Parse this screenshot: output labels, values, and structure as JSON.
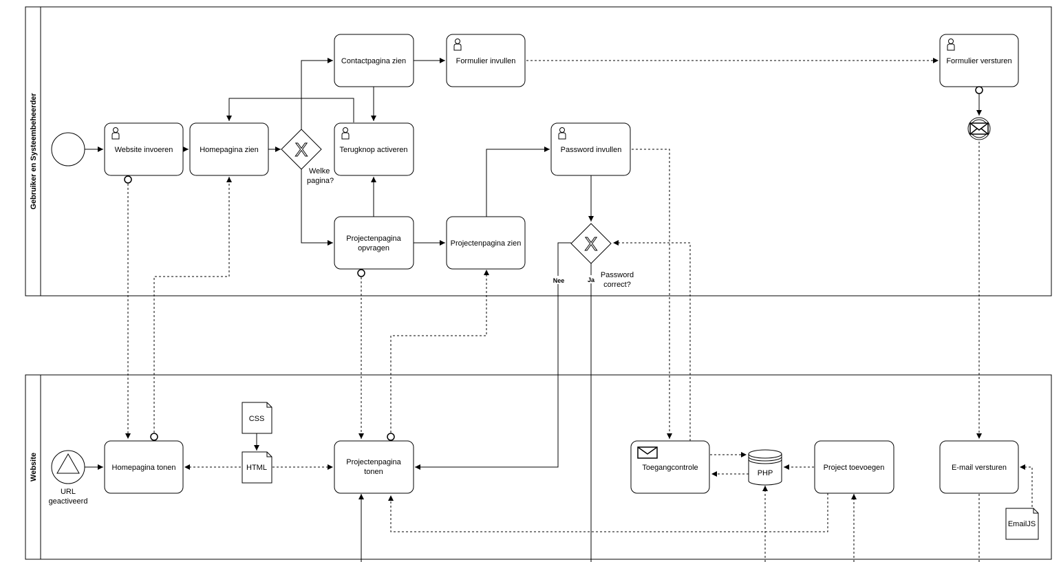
{
  "pools": {
    "user": "Gebruiker en Systeembeheerder",
    "website": "Website"
  },
  "tasks": {
    "website_invoeren": "Website invoeren",
    "homepagina_zien": "Homepagina zien",
    "contactpagina_zien": "Contactpagina zien",
    "formulier_invullen": "Formulier invullen",
    "formulier_versturen": "Formulier versturen",
    "terugknop_activeren": "Terugknop activeren",
    "password_invullen": "Password invullen",
    "projectenpagina_opvragen": [
      "Projectenpagina",
      "opvragen"
    ],
    "projectenpagina_zien": "Projectenpagina zien",
    "homepagina_tonen": "Homepagina tonen",
    "projectenpagina_tonen": [
      "Projectenpagina",
      "tonen"
    ],
    "toegangcontrole": "Toegangcontrole",
    "project_toevoegen": "Project toevoegen",
    "email_versturen": "E-mail versturen"
  },
  "gateways": {
    "welke_pagina": [
      "Welke",
      "pagina?"
    ],
    "password_correct": [
      "Password",
      "correct?"
    ],
    "nee": "Nee",
    "ja": "Ja"
  },
  "artifacts": {
    "css": "CSS",
    "html": "HTML",
    "php": "PHP",
    "emailjs": "EmailJS"
  },
  "events": {
    "url_geactiveerd": [
      "URL",
      "geactiveerd"
    ]
  }
}
